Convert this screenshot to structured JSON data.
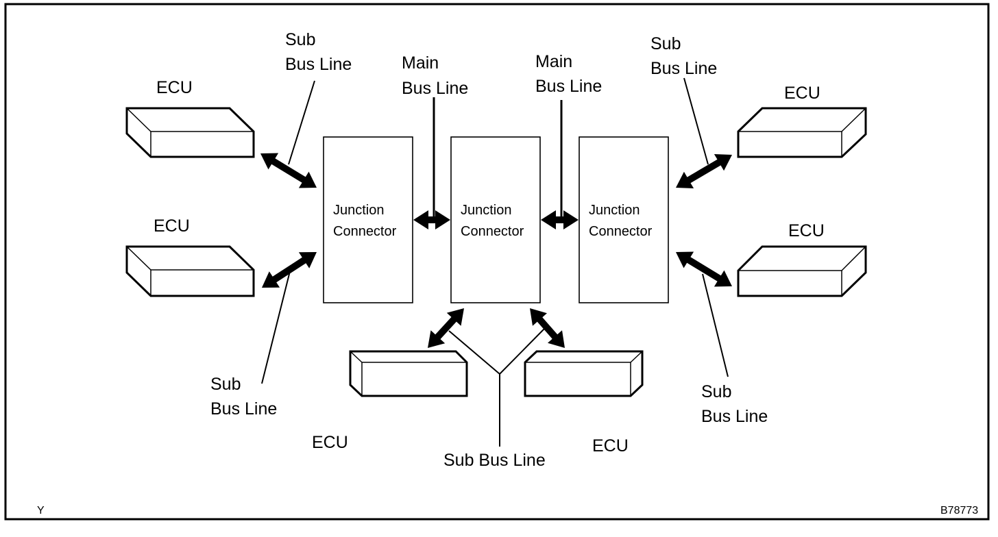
{
  "diagram": {
    "title": "CAN bus network layout",
    "colors": {
      "ink": "#000000",
      "background": "#ffffff"
    },
    "junction_connectors": [
      {
        "id": "jc1",
        "line1": "Junction",
        "line2": "Connector"
      },
      {
        "id": "jc2",
        "line1": "Junction",
        "line2": "Connector"
      },
      {
        "id": "jc3",
        "line1": "Junction",
        "line2": "Connector"
      }
    ],
    "ecus": [
      {
        "id": "ecu-left-top",
        "label": "ECU"
      },
      {
        "id": "ecu-left-bottom",
        "label": "ECU"
      },
      {
        "id": "ecu-right-top",
        "label": "ECU"
      },
      {
        "id": "ecu-right-bottom",
        "label": "ECU"
      },
      {
        "id": "ecu-bottom-left",
        "label": "ECU"
      },
      {
        "id": "ecu-bottom-right",
        "label": "ECU"
      }
    ],
    "bus_labels": {
      "sub_top_left": {
        "line1": "Sub",
        "line2": "Bus Line"
      },
      "main_left": {
        "line1": "Main",
        "line2": "Bus Line"
      },
      "main_right": {
        "line1": "Main",
        "line2": "Bus Line"
      },
      "sub_top_right": {
        "line1": "Sub",
        "line2": "Bus Line"
      },
      "sub_bottom_left": {
        "line1": "Sub",
        "line2": "Bus Line"
      },
      "sub_bottom_right": {
        "line1": "Sub",
        "line2": "Bus Line"
      },
      "sub_bottom_center": {
        "text": "Sub Bus Line"
      }
    },
    "footer": {
      "left_code": "Y",
      "figure_id": "B78773"
    }
  }
}
